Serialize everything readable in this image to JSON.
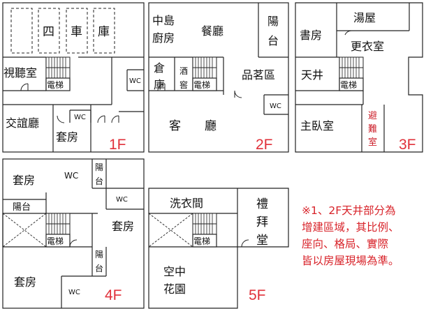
{
  "floors": {
    "f1": {
      "floor_label": "1F",
      "garage": "四　車　庫",
      "garage_chars": [
        "四",
        "車",
        "庫"
      ],
      "av_room": "視聽室",
      "elevator": "電梯",
      "wc_1": "WC",
      "wc_2": "WC",
      "lounge": "交誼廳",
      "suite": "套房"
    },
    "f2": {
      "floor_label": "2F",
      "island_kitchen_1": "中島",
      "island_kitchen_2": "廚房",
      "dining": "餐廳",
      "balcony_1": "陽",
      "balcony_2": "台",
      "storage_1": "倉",
      "storage_2": "庫",
      "wine_cellar_1": "酒",
      "wine_cellar_2": "窖",
      "elevator": "電梯",
      "tea_area": "品茗區",
      "wc": "WC",
      "living": "客　　廳"
    },
    "f3": {
      "floor_label": "3F",
      "study": "書房",
      "bath_house": "湯屋",
      "dressing": "更衣室",
      "patio": "天井",
      "elevator": "電梯",
      "master_bedroom": "主臥室",
      "refuge_1": "避",
      "refuge_2": "難",
      "refuge_3": "室"
    },
    "f4": {
      "floor_label": "4F",
      "suite_1": "套房",
      "wc_1": "WC",
      "balcony_1a": "陽",
      "balcony_1b": "台",
      "balcony_2": "陽台",
      "wc_2": "WC",
      "suite_2": "套房",
      "elevator": "電梯",
      "balcony_3a": "陽",
      "balcony_3b": "台",
      "suite_3": "套房",
      "wc_3": "WC"
    },
    "f5": {
      "floor_label": "5F",
      "laundry": "洗衣間",
      "chapel_1": "禮",
      "chapel_2": "拜",
      "chapel_3": "堂",
      "elevator": "電梯",
      "sky_garden_1": "空中",
      "sky_garden_2": "花園"
    }
  },
  "note": {
    "lines": [
      "※1、2F天井部分為",
      "增建區域，其比例、",
      "座向、格局、實際",
      "皆以房屋現場為準。"
    ]
  },
  "colors": {
    "line": "#222222",
    "floor_label": "#e0303a",
    "note": "#d8232a",
    "refuge_text": "#cc1f2a"
  }
}
